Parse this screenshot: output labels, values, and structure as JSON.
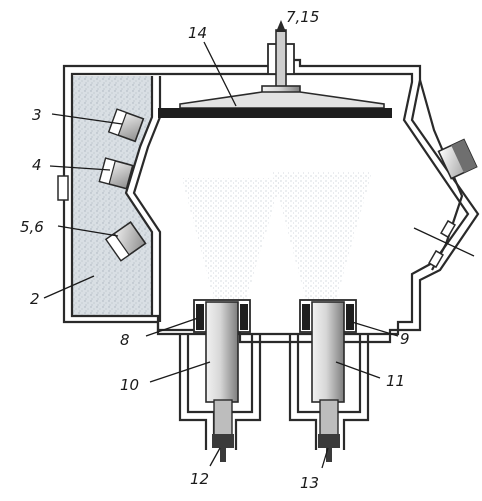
{
  "labels": {
    "l_7_15": "7,15",
    "l_14": "14",
    "l_3": "3",
    "l_4": "4",
    "l_5_6": "5,6",
    "l_2": "2",
    "l_8": "8",
    "l_9": "9",
    "l_10": "10",
    "l_11": "11",
    "l_12": "12",
    "l_13": "13"
  },
  "colors": {
    "stroke": "#2a2a2a",
    "speckle_fill": "#cfd6dc",
    "metal_light": "#e9e9e9",
    "metal_dark": "#8a8a8a",
    "plate": "#1e1e1e"
  }
}
